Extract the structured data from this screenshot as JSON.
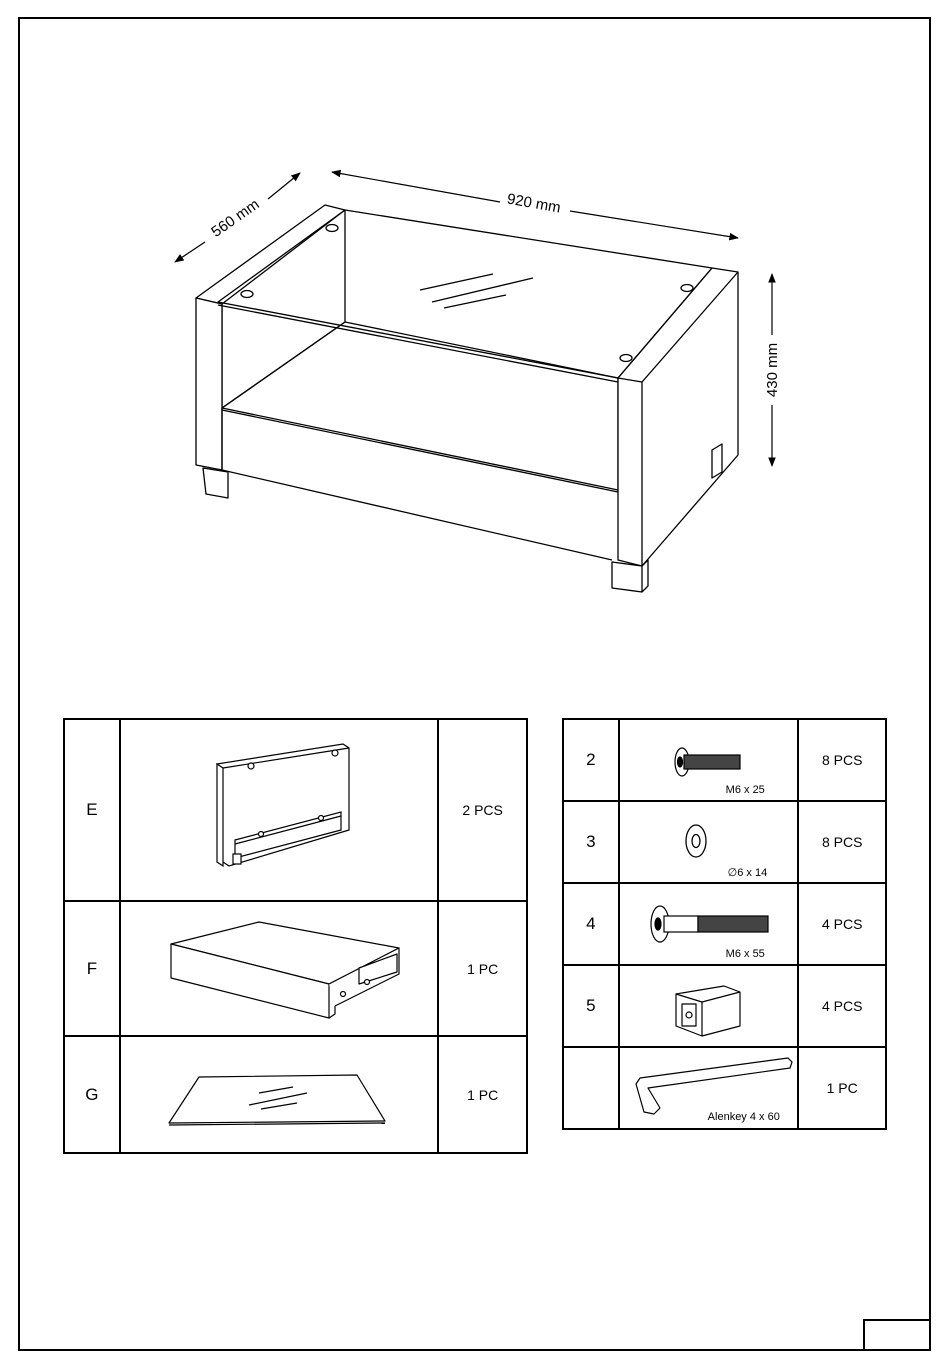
{
  "dimensions": {
    "width": "920 mm",
    "depth": "560 mm",
    "height": "430 mm"
  },
  "panels": [
    {
      "letter": "E",
      "qty": "2 PCS",
      "icon": "side-panel-icon"
    },
    {
      "letter": "F",
      "qty": "1 PC",
      "icon": "shelf-icon"
    },
    {
      "letter": "G",
      "qty": "1 PC",
      "icon": "glass-top-icon"
    }
  ],
  "hardware": [
    {
      "number": "2",
      "spec": "M6 x 25",
      "qty": "8 PCS",
      "icon": "bolt-short-icon"
    },
    {
      "number": "3",
      "spec": "∅6 x 14",
      "qty": "8 PCS",
      "icon": "washer-icon"
    },
    {
      "number": "4",
      "spec": "M6 x 55",
      "qty": "4 PCS",
      "icon": "bolt-long-icon"
    },
    {
      "number": "5",
      "spec": "",
      "qty": "4 PCS",
      "icon": "connector-block-icon"
    },
    {
      "number": "",
      "spec": "Alenkey 4 x 60",
      "qty": "1 PC",
      "icon": "allen-key-icon"
    }
  ]
}
